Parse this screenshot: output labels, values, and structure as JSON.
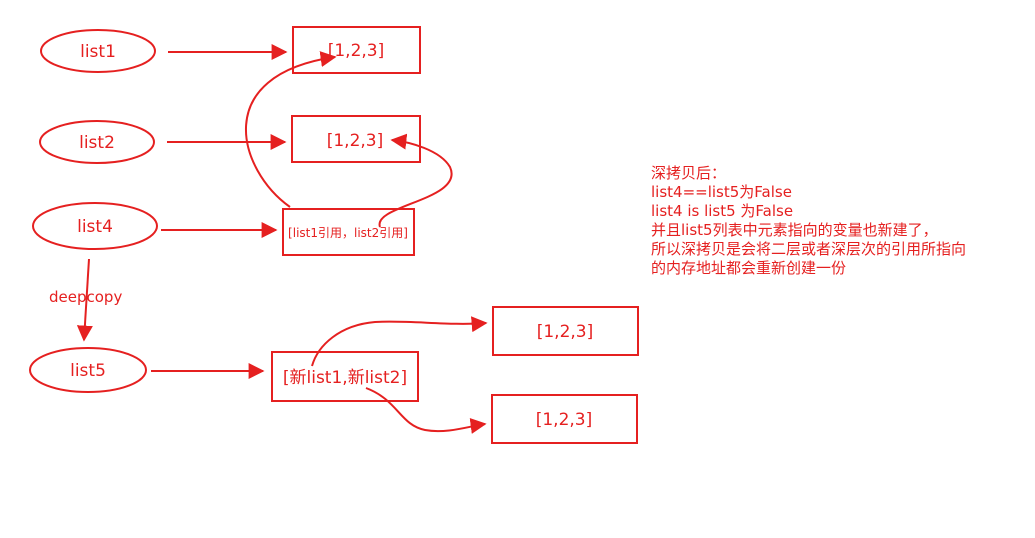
{
  "nodes": {
    "list1": "list1",
    "list2": "list2",
    "list4": "list4",
    "list5": "list5"
  },
  "boxes": {
    "list1_value": "[1,2,3]",
    "list2_value": "[1,2,3]",
    "list4_value": "[list1引用，list2引用]",
    "list5_value": "[新list1,新list2]",
    "new_list1_value": "[1,2,3]",
    "new_list2_value": "[1,2,3]"
  },
  "edge_label": "deepcopy",
  "note": [
    "深拷贝后：",
    "list4==list5为False",
    "list4 is list5 为False",
    "并且list5列表中元素指向的变量也新建了，",
    "所以深拷贝是会将二层或者深层次的引用所指向",
    "的内存地址都会重新创建一份"
  ],
  "colors": {
    "stroke": "#e52020",
    "background": "#ffffff"
  }
}
